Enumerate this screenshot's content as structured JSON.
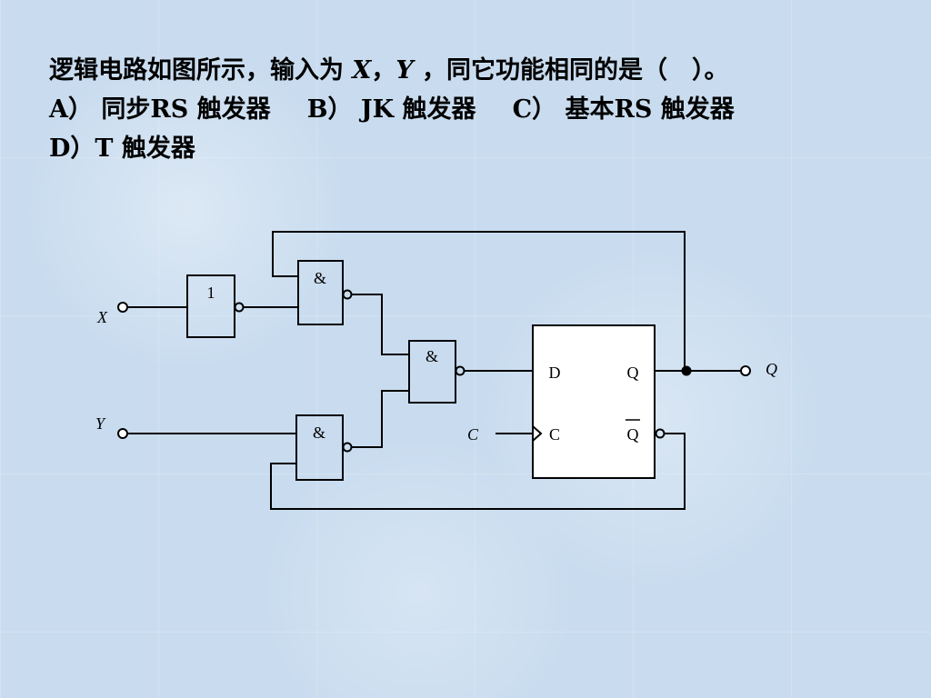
{
  "question": {
    "stem_before": "逻辑电路如图所示，输入为 ",
    "var_x": "X",
    "sep": "，",
    "var_y": "Y",
    "stem_after": " ，同它功能相同的是（　）。",
    "option_a": "A） 同步RS 触发器",
    "option_b": "B） JK 触发器",
    "option_c": "C） 基本RS 触发器",
    "option_d": "D）T 触发器"
  },
  "circuit": {
    "input_x_label": "X",
    "input_y_label": "Y",
    "clock_label": "C",
    "output_label": "Q",
    "not_gate_symbol": "1",
    "and_gate_symbol": "&",
    "ff_d_label": "D",
    "ff_c_label": "C",
    "ff_q_label": "Q",
    "ff_qbar_label": "Q"
  }
}
